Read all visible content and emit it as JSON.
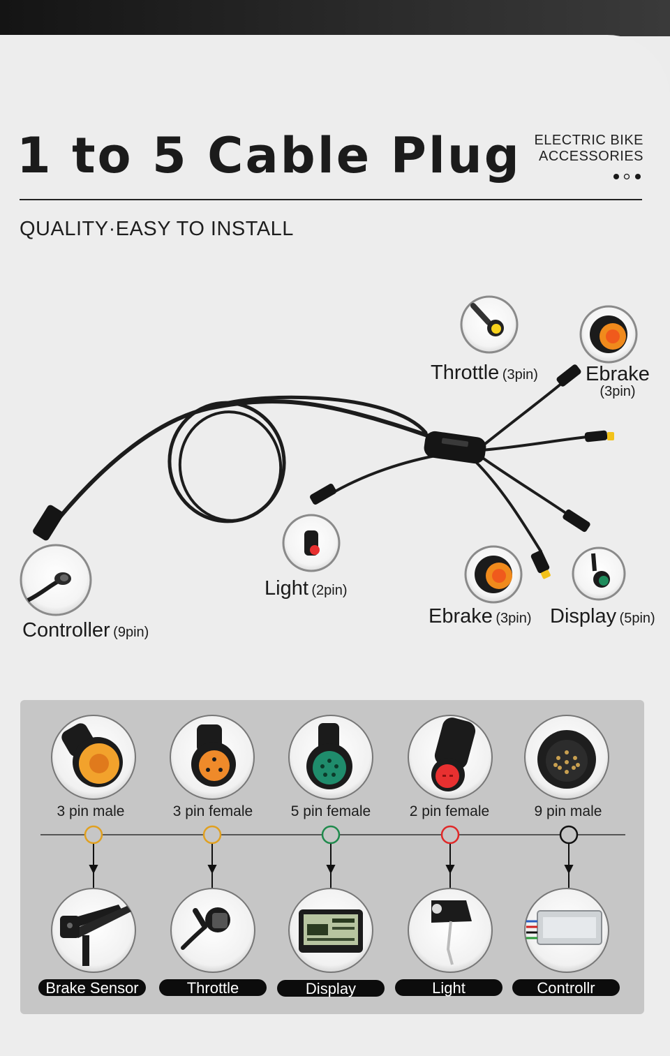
{
  "header": {
    "title": "1 to 5  Cable Plug",
    "brand_line1": "ELECTRIC BIKE",
    "brand_line2": "ACCESSORIES",
    "subtitle": "QUALITY·EASY TO INSTALL"
  },
  "diagram": {
    "throttle": {
      "name": "Throttle",
      "pins": "(3pin)"
    },
    "ebrake_top": {
      "name": "Ebrake",
      "pins": "(3pin)"
    },
    "controller": {
      "name": "Controller",
      "pins": "(9pin)"
    },
    "light": {
      "name": "Light",
      "pins": "(2pin)"
    },
    "ebrake_bottom": {
      "name": "Ebrake",
      "pins": "(3pin)"
    },
    "display": {
      "name": "Display",
      "pins": "(5pin)"
    }
  },
  "connectors": [
    {
      "name": "3 pin male",
      "device": "Brake Sensor",
      "color": "#e09a1a"
    },
    {
      "name": "3 pin female",
      "device": "Throttle",
      "color": "#e0a020"
    },
    {
      "name": "5 pin female",
      "device": "Display",
      "color": "#1f8a4c"
    },
    {
      "name": "2 pin female",
      "device": "Light",
      "color": "#e02828"
    },
    {
      "name": "9 pin male",
      "device": "Controllr",
      "color": "#111111"
    }
  ],
  "colors": {
    "yellow_plug": "#f2a22c",
    "orange_plug": "#ef8a2a",
    "green_plug": "#1f8c5c",
    "red_plug": "#e83030"
  }
}
